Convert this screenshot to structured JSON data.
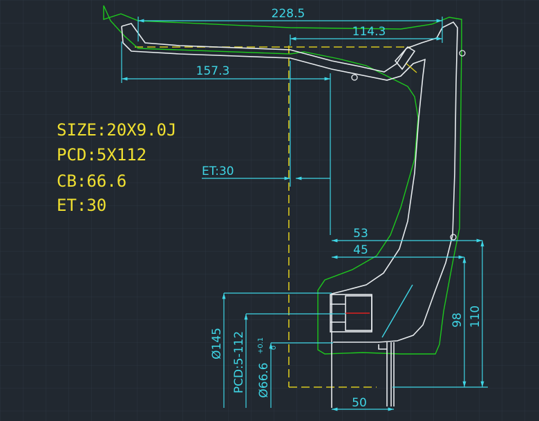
{
  "colors": {
    "background": "#212830",
    "grid": "#2c3540",
    "dimension": "#3fd6e6",
    "profile": "#e8ecef",
    "envelope": "#1ec81e",
    "centerline": "#d8c81e",
    "spec_text": "#f0e030",
    "accent_red": "#e02020"
  },
  "specs": [
    "SIZE:20X9.0J",
    "PCD:5X112",
    "CB:66.6",
    "ET:30"
  ],
  "dimensions": {
    "overall_width": "228.5",
    "inner_width": "114.3",
    "back_width": "157.3",
    "offset": "ET:30",
    "pad_53": "53",
    "pad_45": "45",
    "hub_face": "50",
    "height_98": "98",
    "height_110": "110",
    "dia_145": "Ø145",
    "pcd_label": "PCD:5-112",
    "cb_label": "Ø66.6",
    "cb_tol_upper": "+0.1",
    "cb_tol_lower": "0"
  }
}
